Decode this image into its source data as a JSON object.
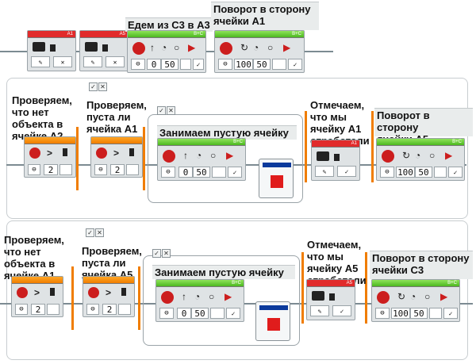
{
  "labels": {
    "row1_move": "Едем из С3 в А3",
    "row1_turn": "Поворот в сторону\nячейки А1",
    "row2_check_empty": "Проверяем,\nчто нет\nобъекта в\nячейке А2",
    "row2_check_free": "Проверяем,\nпуста ли\nячейка А1",
    "row2_occupy": "Занимаем пустую ячейку",
    "row2_mark": "Отмечаем,\nчто мы\nячейку А1\nотработали",
    "row2_turn": "Поворот в сторону\nячейки А5",
    "row3_check_empty": "Проверяем,\nчто нет\nобъекта в\nячейке А1",
    "row3_check_free": "Проверяем,\nпуста ли\nячейка А5",
    "row3_occupy": "Занимаем пустую ячейку",
    "row3_mark": "Отмечаем,\nчто мы\nячейку А5\nотработали",
    "row3_turn": "Поворот в сторону\nячейки С3"
  },
  "blocks": {
    "r1_a1_tag": "A1",
    "r1_a5_tag": "A5",
    "r1_move_tag": "B+C",
    "r1_turn_tag": "B+C",
    "r1_move_zero": "0",
    "r1_move_fifty": "50",
    "r1_turn_hundred": "100",
    "r1_turn_fifty": "50",
    "r2_cmp_op": ">",
    "r2_cmp_val": "2",
    "r2b_cmp_op": ">",
    "r2b_cmp_val": "2",
    "r2_occ_tag": "B+C",
    "r2_occ_zero": "0",
    "r2_occ_fifty": "50",
    "r2_mark_tag": "A1",
    "r2_turn_tag": "B+C",
    "r2_turn_hundred": "100",
    "r2_turn_fifty": "50",
    "r3_cmp_op": ">",
    "r3_cmp_val": "2",
    "r3b_cmp_op": ">",
    "r3b_cmp_val": "2",
    "r3_occ_tag": "B+C",
    "r3_occ_zero": "0",
    "r3_occ_fifty": "50",
    "r3_mark_tag": "A5",
    "r3_turn_tag": "B+C",
    "r3_turn_hundred": "100",
    "r3_turn_fifty": "50",
    "loop_chk_true": "✓",
    "loop_chk_false": "✕"
  },
  "colors": {
    "accent_red": "#e12b2b",
    "accent_orange": "#f07d00",
    "accent_green": "#4cb81f",
    "wire": "#7c8b92",
    "stop_red": "#e01c1c",
    "stop_blue": "#0b3a9c"
  }
}
